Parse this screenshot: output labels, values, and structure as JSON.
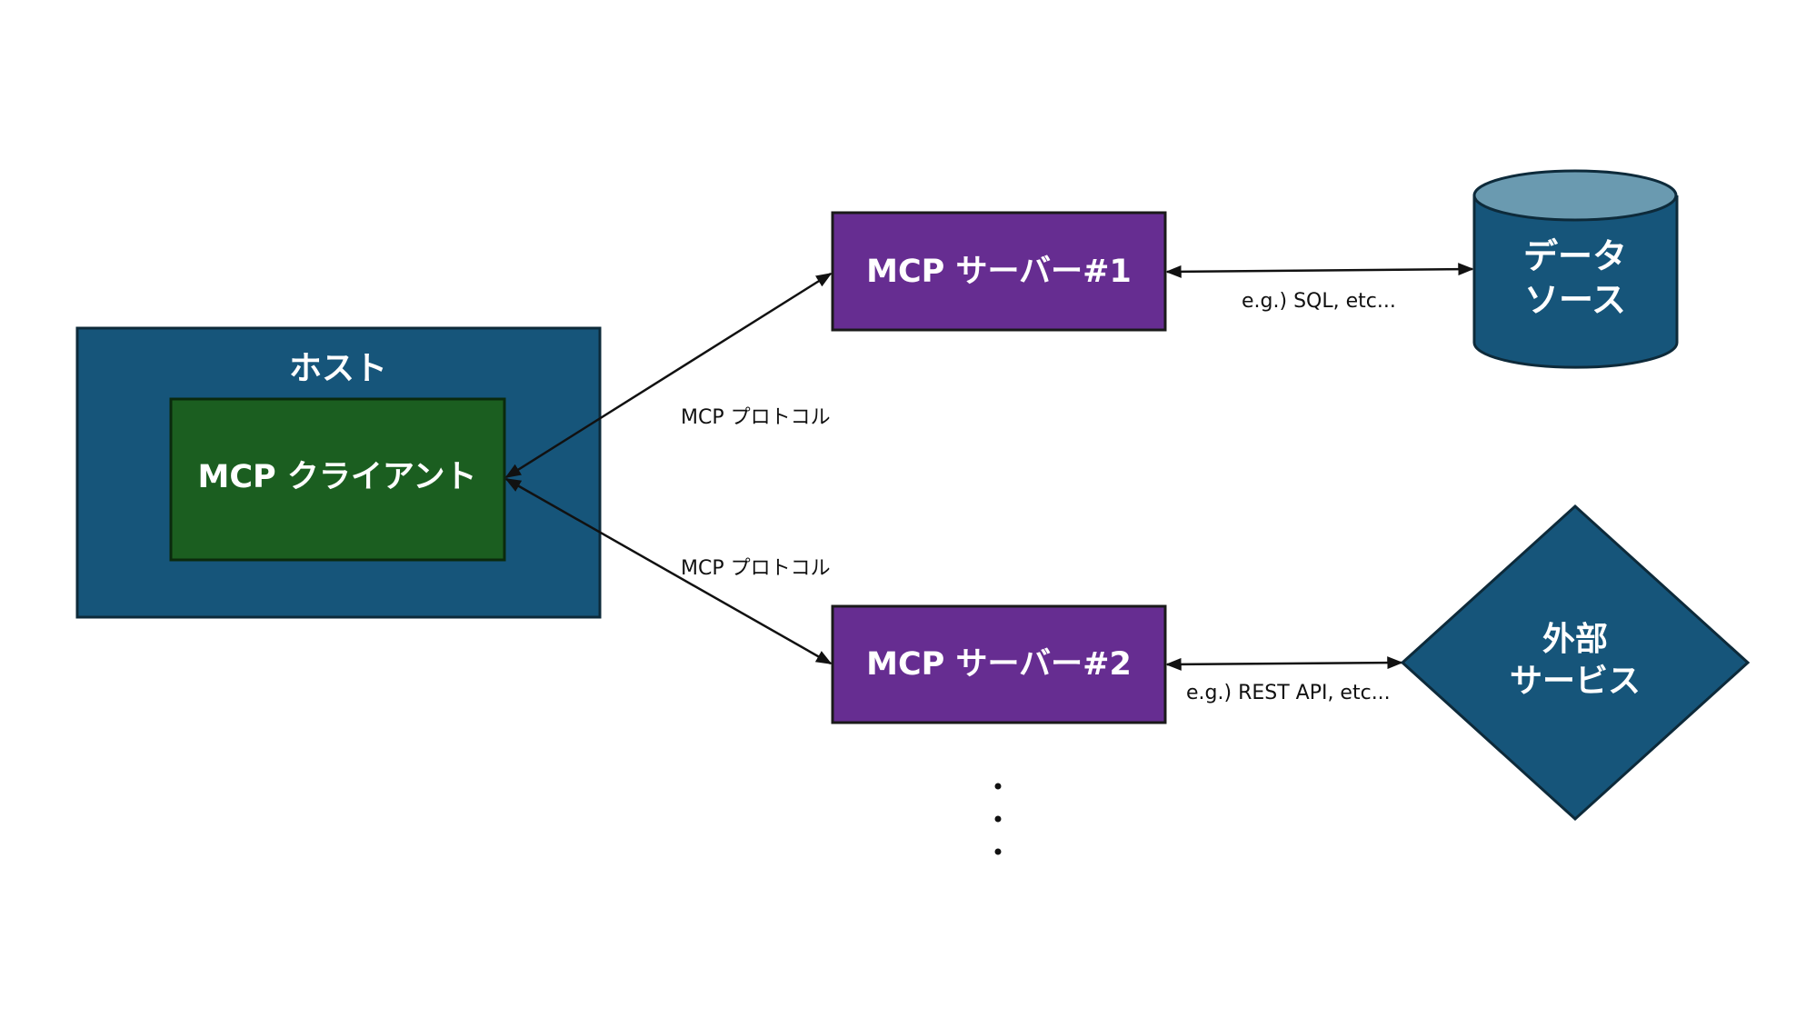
{
  "host": {
    "label": "ホスト"
  },
  "client": {
    "label": "MCP クライアント"
  },
  "servers": [
    {
      "label": "MCP サーバー#1"
    },
    {
      "label": "MCP サーバー#2"
    }
  ],
  "protocol_labels": [
    "MCP プロトコル",
    "MCP プロトコル"
  ],
  "data_source": {
    "line1": "データ",
    "line2": "ソース"
  },
  "external_service": {
    "line1": "外部",
    "line2": "サービス"
  },
  "connection_labels": [
    "e.g.) SQL, etc...",
    "e.g.) REST API, etc..."
  ],
  "colors": {
    "host": "#16557a",
    "client": "#1b5e20",
    "server": "#662d91",
    "cylinder_top": "#6a9ab0",
    "line": "#111111"
  }
}
